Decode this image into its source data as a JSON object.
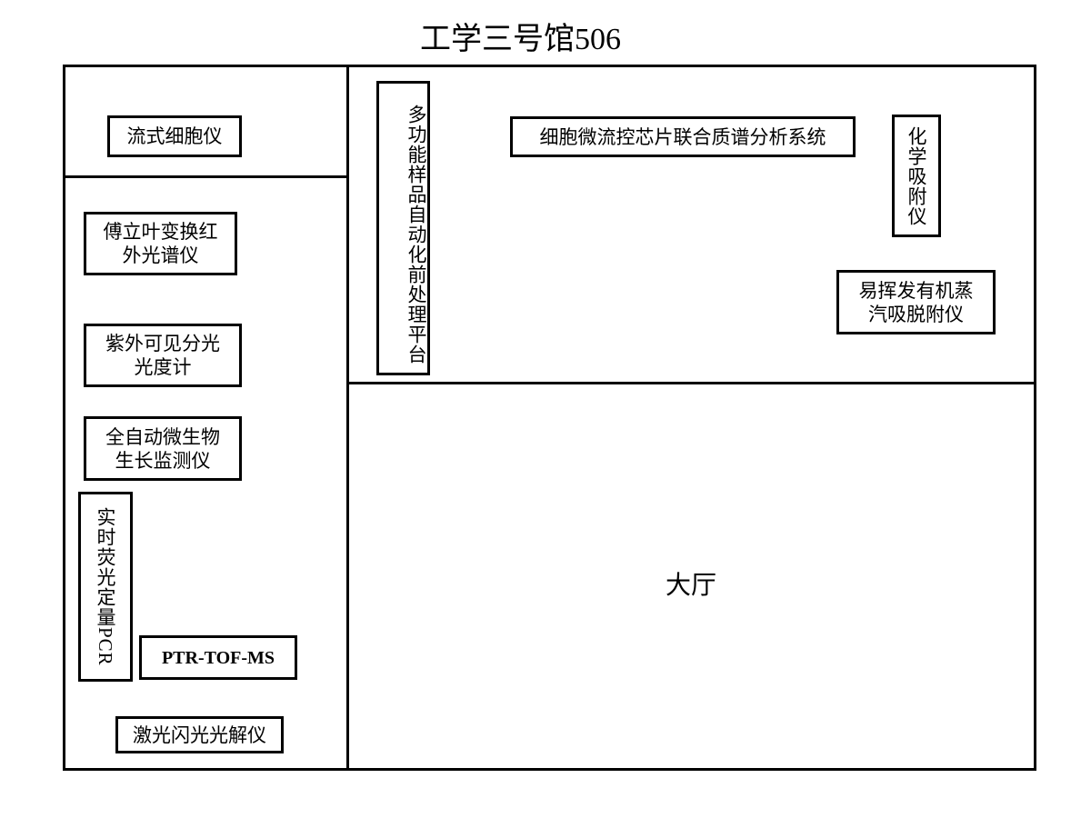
{
  "title": "工学三号馆506",
  "rooms": {
    "hall": "大厅"
  },
  "equipment": {
    "flow_cytometer": "流式细胞仪",
    "ftir": "傅立叶变换红外光谱仪",
    "uv_vis": "紫外可见分光光度计",
    "microbial_monitor": "全自动微生物生长监测仪",
    "qpcr": "实时荧光定量PCR",
    "ptr_tof_ms": "PTR-TOF-MS",
    "laser_flash_photolysis": "激光闪光光解仪",
    "sample_pretreatment": "多功能样品自动化前处理平台",
    "microfluidic_ms": "细胞微流控芯片联合质谱分析系统",
    "chemisorption": "化学吸附仪",
    "voc_thermal_desorption": "易挥发有机蒸汽吸脱附仪"
  }
}
